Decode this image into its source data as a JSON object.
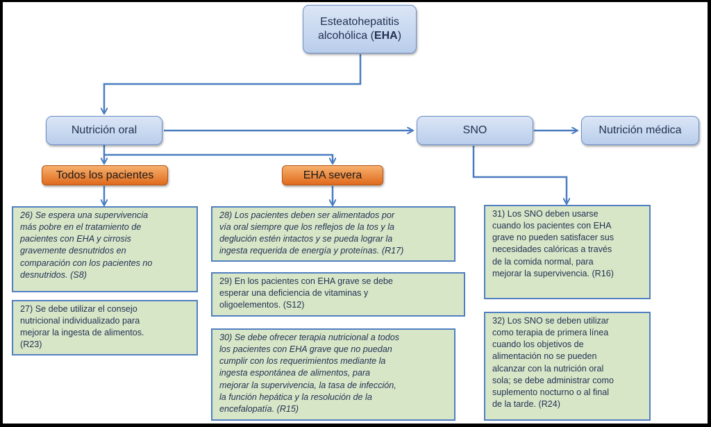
{
  "diagram": {
    "root": {
      "label": "Esteatohepatitis alcohólica (",
      "label_bold": "EHA",
      "label_end": ")"
    },
    "nutricion_oral": {
      "label": "Nutrición oral"
    },
    "sno": {
      "label": "SNO"
    },
    "nutricion_medica": {
      "label": "Nutrición médica"
    },
    "todos_pacientes": {
      "label": "Todos los pacientes"
    },
    "eha_severa": {
      "label": "EHA severa"
    },
    "recommendations": {
      "r26": "26) Se espera una supervivencia\nmás pobre en el tratamiento de\npacientes con EHA y cirrosis\ngravemente desnutridos en\ncomparación con los pacientes no\ndesnutridos. (S8)",
      "r27": "27) Se debe utilizar el consejo\nnutricional individualizado para\nmejorar la ingesta de alimentos.\n(R23)",
      "r28": "28) Los pacientes deben ser alimentados por\nvía oral siempre que los reflejos de la tos y la\ndeglución estén intactos y se pueda lograr la\ningesta requerida de energía y proteínas. (R17)",
      "r29": "29) En los pacientes con EHA grave se debe\nesperar una deficiencia  de vitaminas y\noligoelementos. (S12)",
      "r30": "30) Se debe ofrecer terapia nutricional a todos\nlos pacientes con EHA grave que no puedan\ncumplir con los requerimientos mediante la\ningesta espontánea de alimentos, para\nmejorar la supervivencia, la tasa de infección,\nla función hepática y la resolución de la\nencefalopatía. (R15)",
      "r31": "31) Los SNO deben usarse\ncuando los pacientes con EHA\ngrave no pueden satisfacer sus\nnecesidades calóricas a través\nde la comida normal, para\nmejorar la supervivencia. (R16)",
      "r32": "32) Los SNO se deben utilizar\ncomo terapia de primera línea\ncuando los objetivos de\nalimentación no se pueden\nalcanzar con la nutrición oral\nsola; se debe administrar como\nsuplemento nocturno o al final\nde la tarde. (R24)"
    }
  },
  "colors": {
    "connector": "#4a7cc0",
    "blue_node": "#c5d6ef",
    "orange_node": "#ec8233",
    "green_box": "#d8e6c8",
    "text": "#1f3050"
  }
}
